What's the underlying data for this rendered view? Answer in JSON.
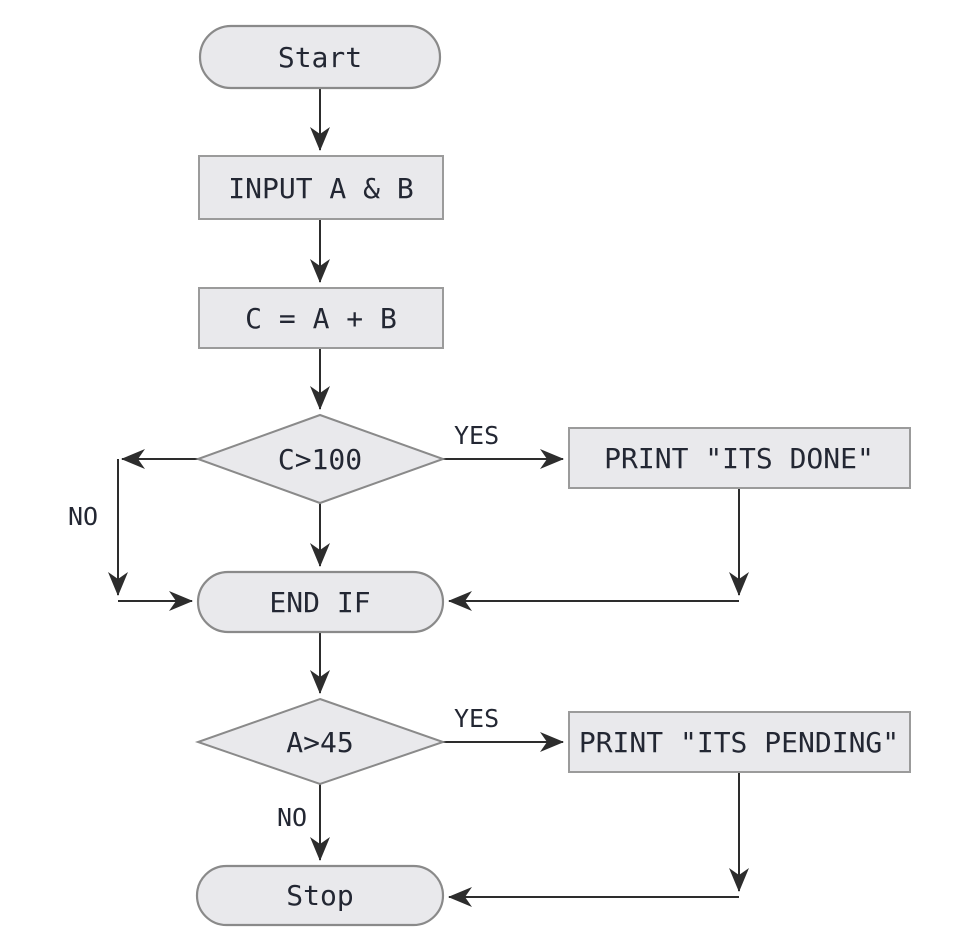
{
  "diagram": {
    "type": "flowchart",
    "colors": {
      "background": "#ffffff",
      "node_fill": "#e9e9ec",
      "node_border": "#8a8a8a",
      "process_border": "#9b9b9b",
      "connector": "#2d2d2d",
      "text": "#232733"
    },
    "nodes": {
      "start": {
        "label": "Start",
        "type": "terminator"
      },
      "input": {
        "label": "INPUT A & B",
        "type": "process"
      },
      "assign": {
        "label": "C = A + B",
        "type": "process"
      },
      "decision1": {
        "label": "C>100",
        "type": "decision"
      },
      "print_done": {
        "label": "PRINT \"ITS DONE\"",
        "type": "process"
      },
      "endif": {
        "label": "END IF",
        "type": "terminator"
      },
      "decision2": {
        "label": "A>45",
        "type": "decision"
      },
      "print_pending": {
        "label": "PRINT \"ITS PENDING\"",
        "type": "process"
      },
      "stop": {
        "label": "Stop",
        "type": "terminator"
      }
    },
    "edges": [
      {
        "from": "start",
        "to": "input",
        "label": ""
      },
      {
        "from": "input",
        "to": "assign",
        "label": ""
      },
      {
        "from": "assign",
        "to": "decision1",
        "label": ""
      },
      {
        "from": "decision1",
        "to": "print_done",
        "label": "YES"
      },
      {
        "from": "decision1",
        "to": "endif",
        "label": "NO"
      },
      {
        "from": "decision1",
        "to": "endif",
        "label": ""
      },
      {
        "from": "print_done",
        "to": "endif",
        "label": ""
      },
      {
        "from": "endif",
        "to": "decision2",
        "label": ""
      },
      {
        "from": "decision2",
        "to": "print_pending",
        "label": "YES"
      },
      {
        "from": "decision2",
        "to": "stop",
        "label": "NO"
      },
      {
        "from": "print_pending",
        "to": "stop",
        "label": ""
      }
    ]
  }
}
